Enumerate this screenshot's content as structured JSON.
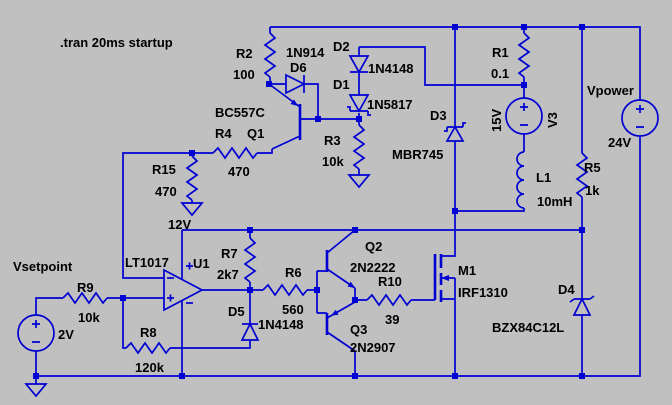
{
  "directive": ".tran 20ms startup",
  "net_labels": {
    "v12": "12V"
  },
  "colors": {
    "background": "#c0c0c0",
    "wire": "#0000d2",
    "text": "#000000"
  },
  "components": {
    "R1": {
      "designator": "R1",
      "value": "0.1",
      "type": "resistor"
    },
    "R2": {
      "designator": "R2",
      "value": "100",
      "type": "resistor"
    },
    "R3": {
      "designator": "R3",
      "value": "10k",
      "type": "resistor"
    },
    "R4": {
      "designator": "R4",
      "value": "470",
      "type": "resistor"
    },
    "R5": {
      "designator": "R5",
      "value": "1k",
      "type": "resistor"
    },
    "R6": {
      "designator": "R6",
      "value": "560",
      "type": "resistor"
    },
    "R7": {
      "designator": "R7",
      "value": "2k7",
      "type": "resistor"
    },
    "R8": {
      "designator": "R8",
      "value": "120k",
      "type": "resistor"
    },
    "R9": {
      "designator": "R9",
      "value": "10k",
      "type": "resistor"
    },
    "R10": {
      "designator": "R10",
      "value": "39",
      "type": "resistor"
    },
    "R15": {
      "designator": "R15",
      "value": "470",
      "type": "resistor"
    },
    "D1": {
      "designator": "D1",
      "value": "1N5817",
      "type": "schottky-diode"
    },
    "D2": {
      "designator": "D2",
      "value": "1N4148",
      "type": "diode"
    },
    "D3": {
      "designator": "D3",
      "value": "MBR745",
      "type": "schottky-diode"
    },
    "D4": {
      "designator": "D4",
      "value": "BZX84C12L",
      "type": "zener-diode"
    },
    "D5": {
      "designator": "D5",
      "value": "1N4148",
      "type": "diode"
    },
    "D6": {
      "designator": "D6",
      "value": "1N914",
      "type": "diode"
    },
    "Q1": {
      "designator": "Q1",
      "value": "BC557C",
      "type": "pnp-transistor"
    },
    "Q2": {
      "designator": "Q2",
      "value": "2N2222",
      "type": "npn-transistor"
    },
    "Q3": {
      "designator": "Q3",
      "value": "2N2907",
      "type": "pnp-transistor"
    },
    "M1": {
      "designator": "M1",
      "value": "IRF1310",
      "type": "nmos-transistor"
    },
    "U1": {
      "designator": "U1",
      "value": "LT1017",
      "type": "comparator-opamp"
    },
    "L1": {
      "designator": "L1",
      "value": "10mH",
      "type": "inductor"
    },
    "V1": {
      "designator": "Vsetpoint",
      "value": "2V",
      "type": "voltage-source"
    },
    "V3": {
      "designator": "V3",
      "value": "15V",
      "type": "voltage-source"
    },
    "V2": {
      "designator": "Vpower",
      "value": "24V",
      "type": "voltage-source"
    }
  }
}
